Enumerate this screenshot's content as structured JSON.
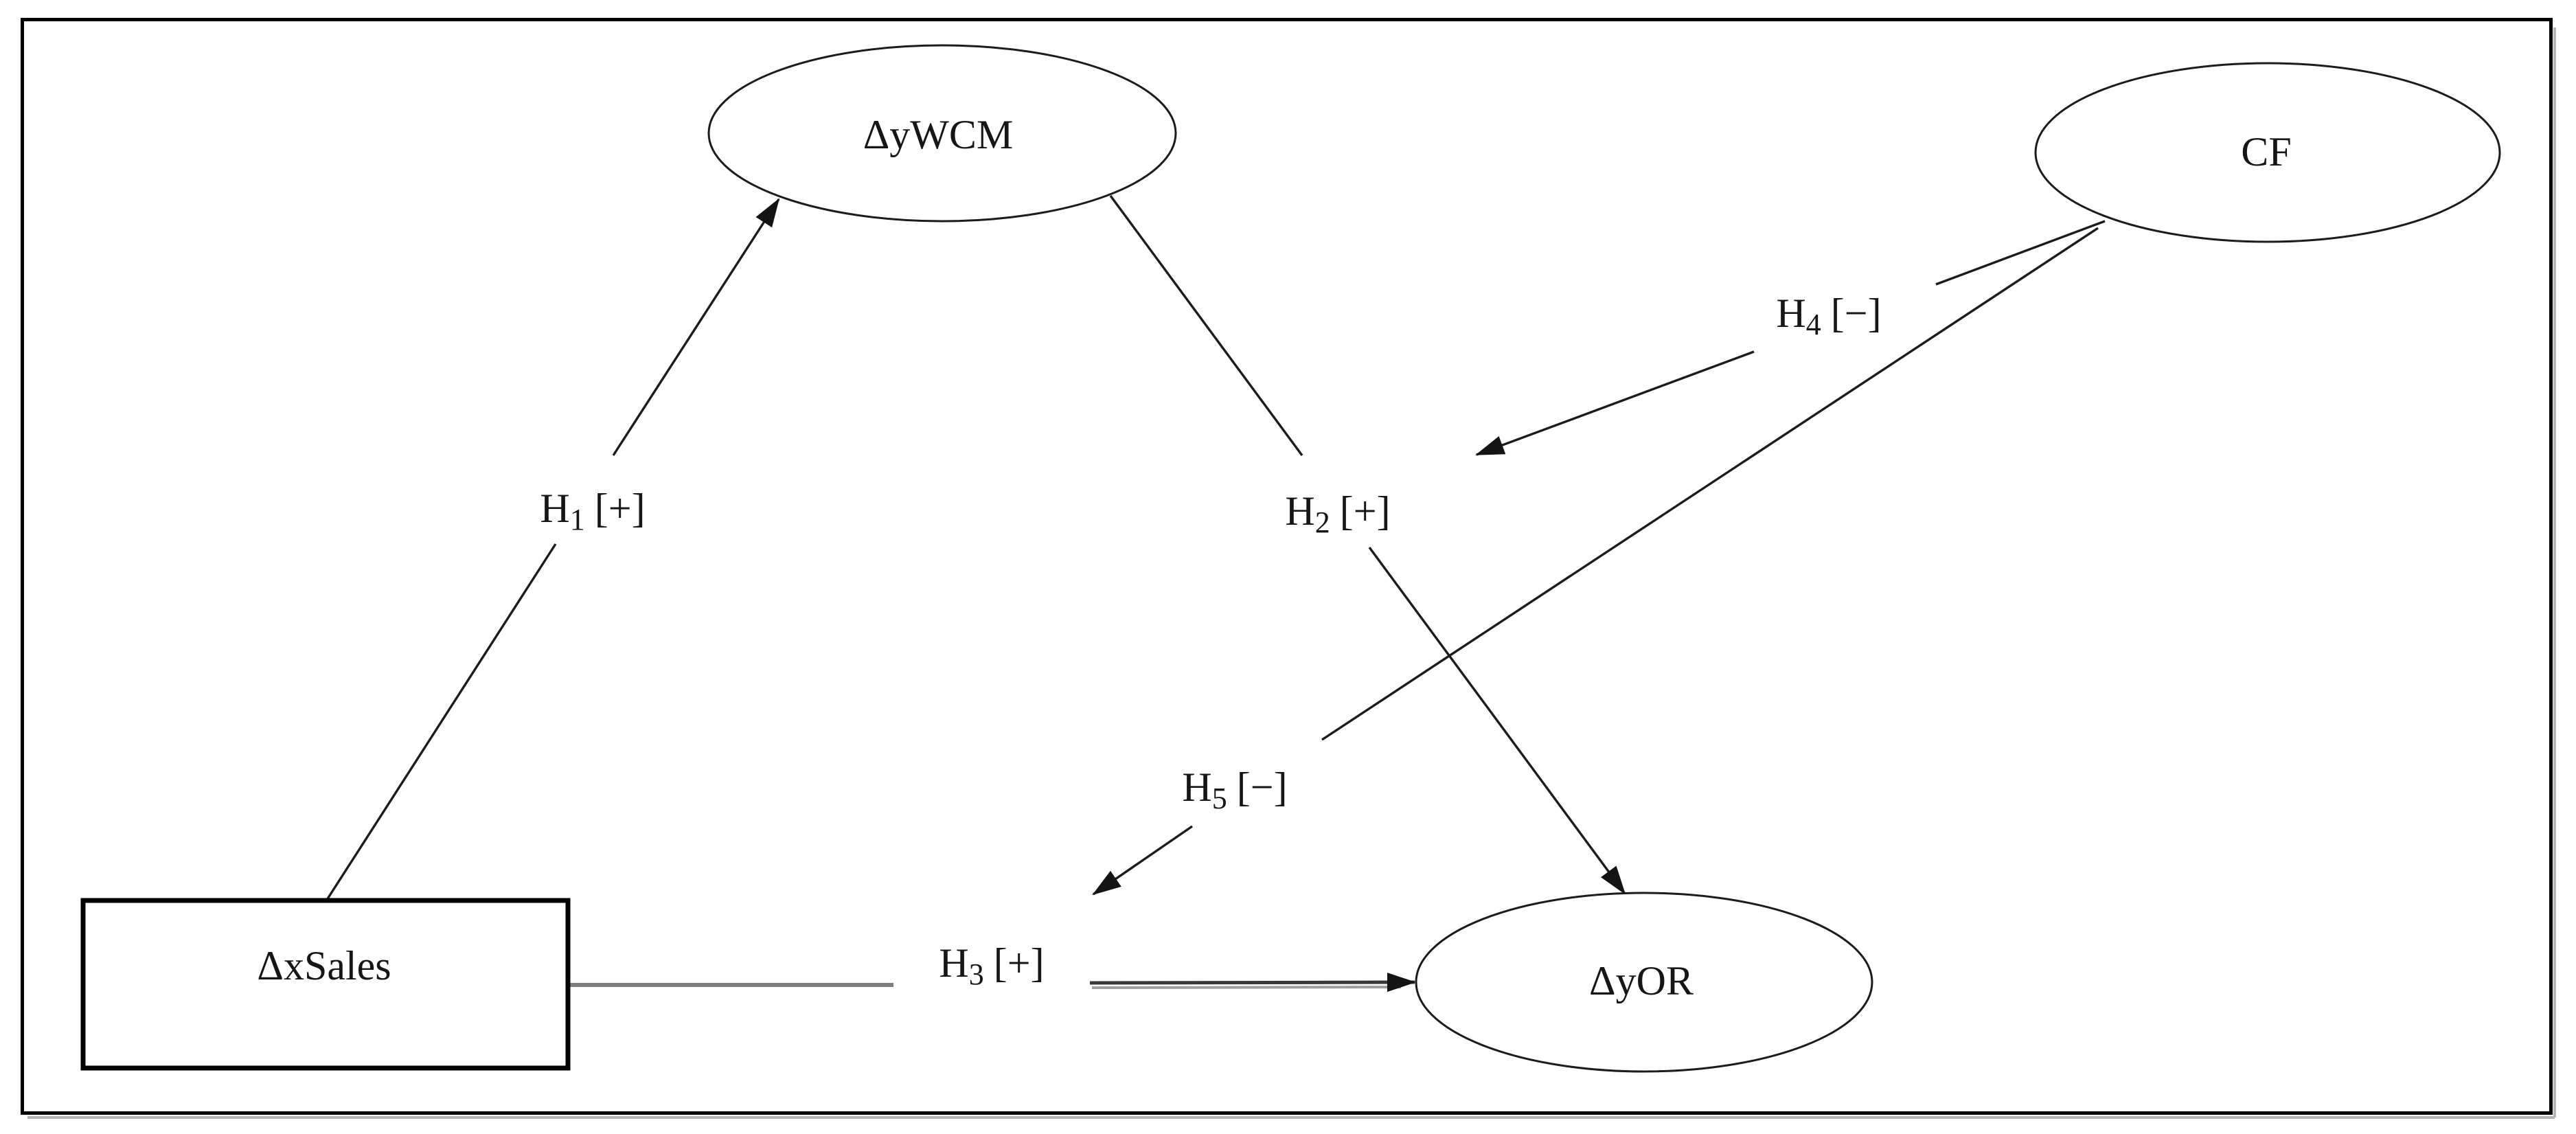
{
  "figure": {
    "kind": "path-model-diagram",
    "background": "#ffffff",
    "border_color": "#000000"
  },
  "nodes": {
    "dywcm": {
      "label": "ΔyWCM",
      "shape": "ellipse"
    },
    "cf": {
      "label": "CF",
      "shape": "ellipse"
    },
    "dyor": {
      "label": "ΔyOR",
      "shape": "ellipse"
    },
    "dxsales": {
      "label": "ΔxSales",
      "shape": "rectangle"
    }
  },
  "hypotheses": {
    "h1": {
      "symbol": "H",
      "sub": "1",
      "sign": "[+]"
    },
    "h2": {
      "symbol": "H",
      "sub": "2",
      "sign": "[+]"
    },
    "h3": {
      "symbol": "H",
      "sub": "3",
      "sign": "[+]"
    },
    "h4": {
      "symbol": "H",
      "sub": "4",
      "sign": "[−]"
    },
    "h5": {
      "symbol": "H",
      "sub": "5",
      "sign": "[−]"
    }
  },
  "edges": [
    {
      "id": "h1",
      "from": "ΔxSales",
      "to": "ΔyWCM",
      "label": "H1 [+]",
      "style": "black-arrow"
    },
    {
      "id": "h2",
      "from": "ΔyWCM",
      "to": "ΔyOR",
      "label": "H2 [+]",
      "style": "black-arrow"
    },
    {
      "id": "h3",
      "from": "ΔxSales",
      "to": "ΔyOR",
      "label": "H3 [+]",
      "style": "gray-then-black-arrow"
    },
    {
      "id": "h4",
      "from": "CF",
      "to": "H2 path (ΔyWCM → ΔyOR)",
      "label": "H4 [−]",
      "style": "black-arrow"
    },
    {
      "id": "h5",
      "from": "CF",
      "to": "H3 path (ΔxSales → ΔyOR)",
      "label": "H5 [−]",
      "style": "black-arrow"
    }
  ],
  "colors": {
    "ink": "#1c1c1c",
    "gray_line": "#7f7f7f",
    "background": "#ffffff"
  }
}
